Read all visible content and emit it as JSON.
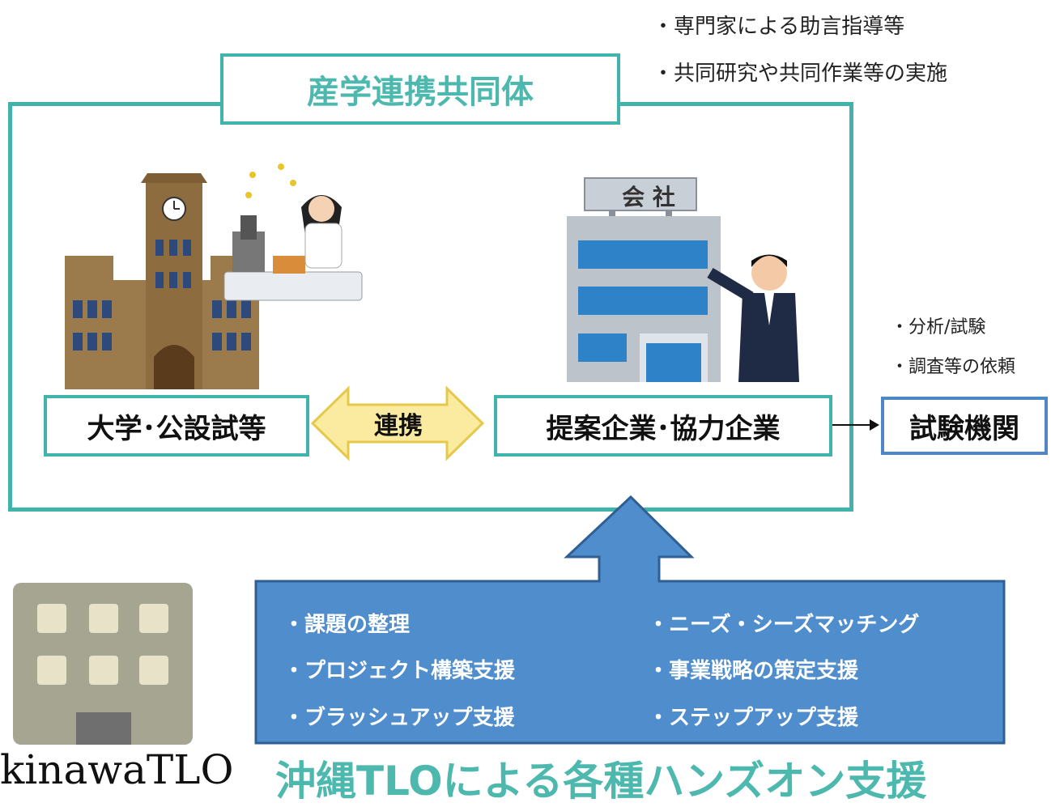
{
  "top_notes": [
    "・専門家による助言指導等",
    "・共同研究や共同作業等の実施"
  ],
  "consortium_title": "産学連携共同体",
  "university_label": "大学･公設試等",
  "link_label": "連携",
  "company_label": "提案企業･協力企業",
  "company_sign": "会 社",
  "test_org_label": "試験機関",
  "test_notes": [
    "・分析/試験",
    "・調査等の依頼"
  ],
  "support_items_left": [
    "・課題の整理",
    "・プロジェクト構築支援",
    "・ブラッシュアップ支援"
  ],
  "support_items_right": [
    "・ニーズ・シーズマッチング",
    "・事業戦略の策定支援",
    "・ステップアップ支援"
  ],
  "footer_title": "沖縄TLOによる各種ハンズオン支援",
  "logo_text": "kinawaTLO",
  "colors": {
    "teal": "#40b3aa",
    "blue": "#4f86c6",
    "arrow_yellow": "#fbeba0",
    "title_teal": "#4db8ae"
  }
}
